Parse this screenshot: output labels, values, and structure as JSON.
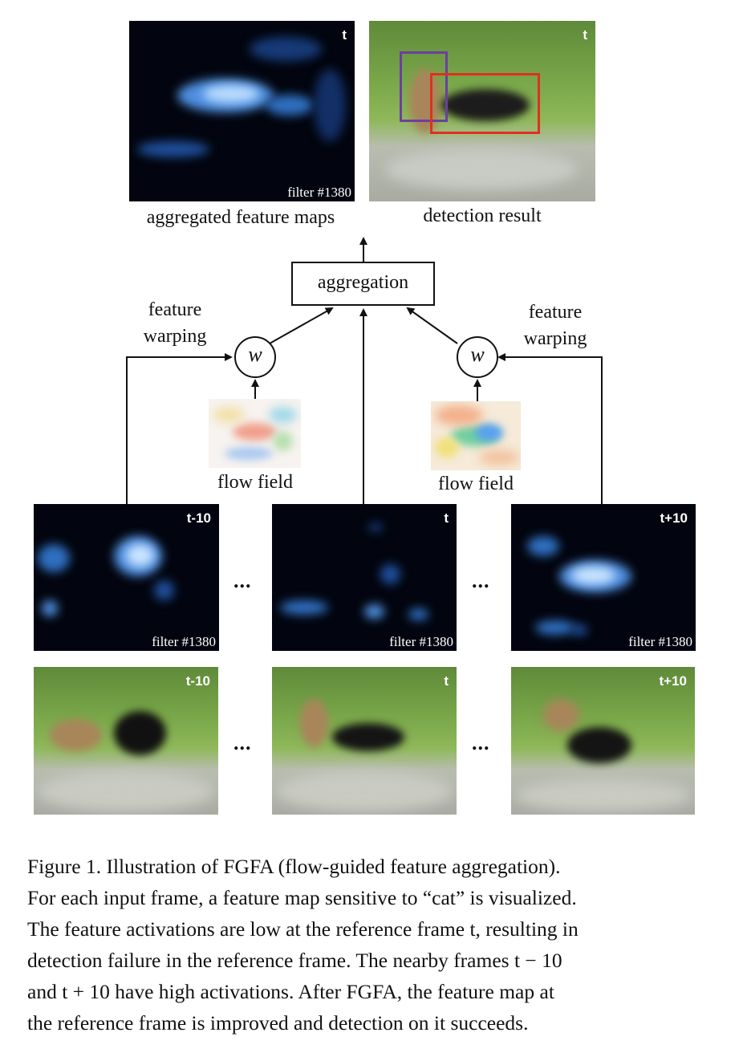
{
  "figure": {
    "top_left_panel": {
      "time_tag": "t",
      "filter_label": "filter #1380",
      "caption": "aggregated feature maps"
    },
    "top_right_panel": {
      "time_tag": "t",
      "caption": "detection result"
    },
    "aggregation_label": "aggregation",
    "left_branch": {
      "warp_symbol": "w",
      "warp_label_line1": "feature",
      "warp_label_line2": "warping",
      "flow_label": "flow field"
    },
    "right_branch": {
      "warp_symbol": "w",
      "warp_label_line1": "feature",
      "warp_label_line2": "warping",
      "flow_label": "flow field"
    },
    "feature_row": [
      {
        "time_tag": "t-10",
        "filter_label": "filter #1380"
      },
      {
        "time_tag": "t",
        "filter_label": "filter #1380"
      },
      {
        "time_tag": "t+10",
        "filter_label": "filter #1380"
      }
    ],
    "frame_row": [
      {
        "time_tag": "t-10"
      },
      {
        "time_tag": "t"
      },
      {
        "time_tag": "t+10"
      }
    ],
    "ellipsis": "...",
    "box_colors": {
      "left_box": "#6b3fa0",
      "right_box": "#e03020"
    }
  },
  "caption": {
    "line1": "Figure 1. Illustration of FGFA (flow-guided feature aggregation).",
    "line2": "For each input frame, a feature map sensitive to “cat” is visualized.",
    "line3": "The feature activations are low at the reference frame t, resulting in",
    "line4": "detection failure in the reference frame. The nearby frames t − 10",
    "line5": "and t + 10 have high activations. After FGFA, the feature map at",
    "line6": "the reference frame is improved and detection on it succeeds."
  }
}
